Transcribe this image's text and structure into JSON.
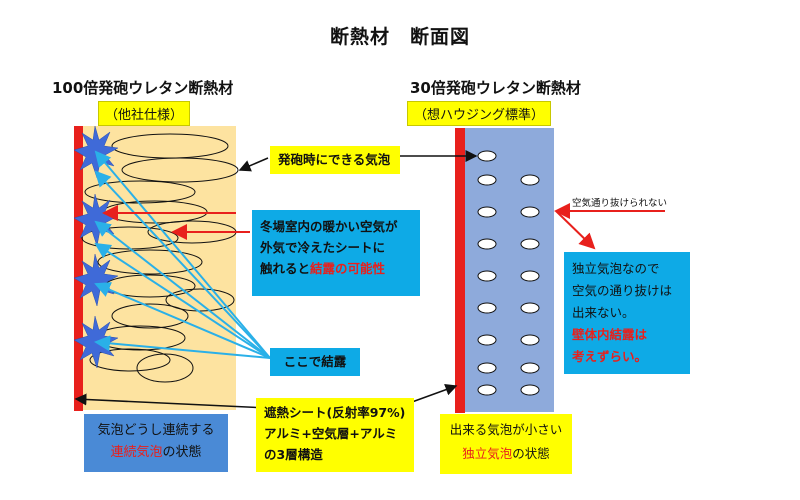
{
  "title": "断熱材　断面図",
  "left": {
    "heading": "100倍発砲ウレタン断熱材",
    "tag": "（他社仕様）",
    "state_box": {
      "line1": "気泡どうし連続する",
      "line2_red": "連続気泡",
      "line2_tail": "の状態"
    }
  },
  "right": {
    "heading": "30倍発砲ウレタン断熱材",
    "tag": "（想ハウジング標準）",
    "state_box": {
      "line1": "出来る気泡が小さい",
      "line2_red": "独立気泡",
      "line2_tail": "の状態"
    },
    "air_note": "空気通り抜けられない",
    "info_box": {
      "line1": "独立気泡なので",
      "line2": "空気の通り抜けは",
      "line3": "出来ない。",
      "line4_red": "壁体内結露は",
      "line5_red": "考えずらい。"
    }
  },
  "center": {
    "bubble_label": "発砲時にできる気泡",
    "warm_air_box": {
      "line1": "冬場室内の暖かい空気が",
      "line2": "外気で冷えたシートに",
      "line3_head": "触れると",
      "line3_red": "結露の可能性"
    },
    "condense_label": "ここで結露",
    "sheet_box": {
      "line1": "遮熱シート(反射率97%)",
      "line2": "アルミ+空気層+アルミ",
      "line3": "の3層構造"
    }
  },
  "colors": {
    "foam_left": "#fde3a0",
    "foam_right": "#8eaadb",
    "sheet": "#e8201c",
    "blue_box": "#0eaae6",
    "highlight": "#ffff00",
    "arrow_cyan": "#2ab0e8",
    "star": "#3f6ad8"
  }
}
